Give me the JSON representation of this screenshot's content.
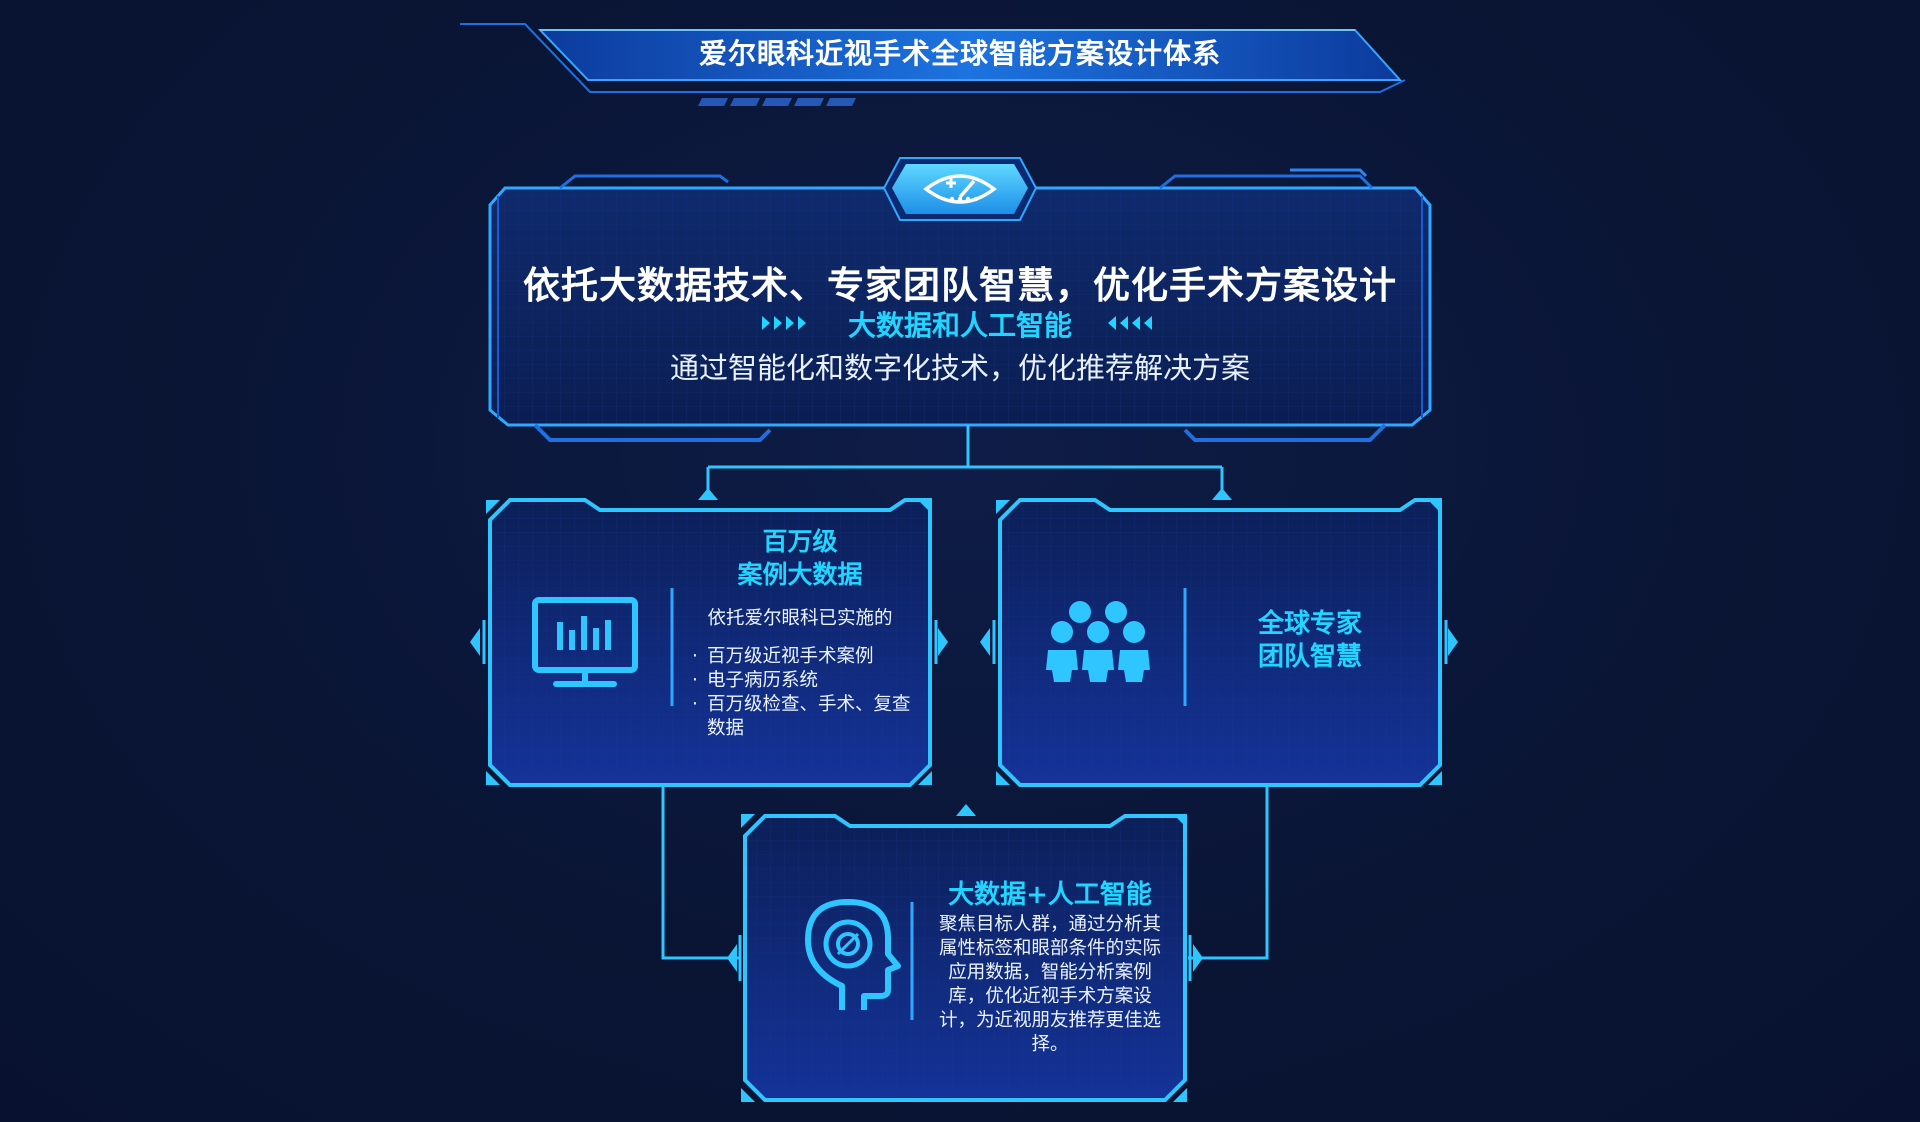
{
  "title": "爱尔眼科近视手术全球智能方案设计体系",
  "main_box": {
    "heading": "依托大数据技术、专家团队智慧，优化手术方案设计",
    "subheading": "大数据和人工智能",
    "description": "通过智能化和数字化技术，优化推荐解决方案",
    "icon": "eye-plus-icon"
  },
  "left_box": {
    "title_line1": "百万级",
    "title_line2": "案例大数据",
    "intro": "依托爱尔眼科已实施的",
    "items": [
      "百万级近视手术案例",
      "电子病历系统",
      "百万级检查、手术、复查数据"
    ],
    "icon": "monitor-chart-icon"
  },
  "right_box": {
    "title_line1": "全球专家",
    "title_line2": "团队智慧",
    "icon": "team-people-icon"
  },
  "bottom_box": {
    "title": "大数据+人工智能",
    "description": "聚焦目标人群，通过分析其属性标签和眼部条件的实际应用数据，智能分析案例库，优化近视手术方案设计，为近视朋友推荐更佳选择。",
    "icon": "head-brain-icon"
  },
  "colors": {
    "background": "#0a1535",
    "accent_cyan": "#22d5ff",
    "frame_blue": "#2fa8ff",
    "panel_fill": "#122a6e"
  }
}
